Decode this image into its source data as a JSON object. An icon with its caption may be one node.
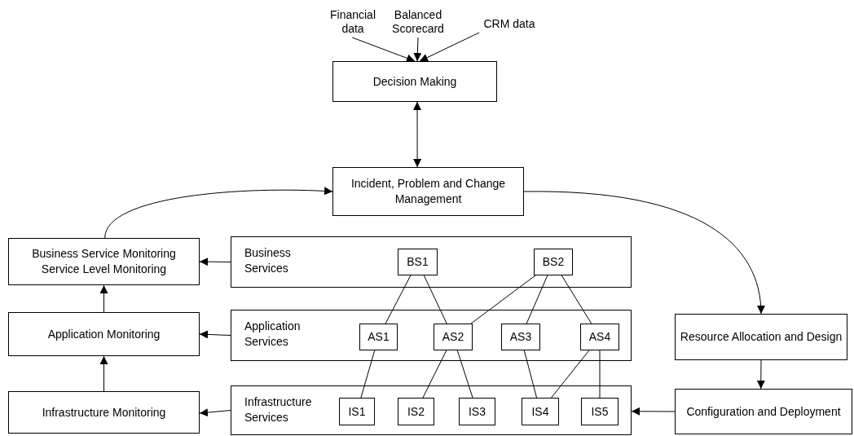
{
  "diagram": {
    "nodes": [
      {
        "text": [
          "Financial data"
        ]
      },
      {
        "text": [
          "Balanced Scorecard"
        ]
      },
      {
        "text": [
          "CRM data"
        ]
      },
      {
        "text": [
          "Decision Making"
        ]
      },
      {
        "text": [
          "Incident, Problem and Change Management"
        ]
      },
      {
        "text": [
          "Business Service Monitoring Service Level Monitoring"
        ]
      },
      {
        "text": [
          "Application Monitoring"
        ]
      },
      {
        "text": [
          "Infrastructure Monitoring"
        ]
      },
      {
        "text": [
          "Business Services"
        ]
      },
      {
        "text": [
          "BS1"
        ],
        "in": 8
      },
      {
        "text": [
          "BS2"
        ],
        "in": 8
      },
      {
        "text": [
          "Application Services"
        ]
      },
      {
        "text": [
          "AS1"
        ],
        "in": 11
      },
      {
        "text": [
          "AS2"
        ],
        "in": 11
      },
      {
        "text": [
          "AS3"
        ],
        "in": 11
      },
      {
        "text": [
          "AS4"
        ],
        "in": 11
      },
      {
        "text": [
          "Infrastructure Services"
        ]
      },
      {
        "text": [
          "IS1"
        ],
        "in": 16
      },
      {
        "text": [
          "IS2"
        ],
        "in": 16
      },
      {
        "text": [
          "IS3"
        ],
        "in": 16
      },
      {
        "text": [
          "IS4"
        ],
        "in": 16
      },
      {
        "text": [
          "IS5"
        ],
        "in": 16
      },
      {
        "text": [
          "Resource Allocation and Design"
        ]
      },
      {
        "text": [
          "Configuration and Deployment"
        ]
      }
    ],
    "edges": [
      {
        "from": 0,
        "to": 3,
        "arrow": "to"
      },
      {
        "from": 1,
        "to": 3,
        "arrow": "to"
      },
      {
        "from": 2,
        "to": 3,
        "arrow": "to"
      },
      {
        "from": 3,
        "to": 4,
        "arrow": "both"
      },
      {
        "from": 5,
        "to": 4,
        "arrow": "to"
      },
      {
        "from": 4,
        "to": 22,
        "arrow": "to"
      },
      {
        "from": 8,
        "to": 5,
        "arrow": "to"
      },
      {
        "from": 11,
        "to": 6,
        "arrow": "to"
      },
      {
        "from": 16,
        "to": 7,
        "arrow": "to"
      },
      {
        "from": 7,
        "to": 6,
        "arrow": "to"
      },
      {
        "from": 6,
        "to": 5,
        "arrow": "to"
      },
      {
        "from": 22,
        "to": 23,
        "arrow": "to"
      },
      {
        "from": 23,
        "to": 16,
        "arrow": "to"
      },
      {
        "from": 9,
        "to": 12,
        "arrow": "none"
      },
      {
        "from": 9,
        "to": 13,
        "arrow": "none"
      },
      {
        "from": 10,
        "to": 13,
        "arrow": "none"
      },
      {
        "from": 10,
        "to": 14,
        "arrow": "none"
      },
      {
        "from": 10,
        "to": 15,
        "arrow": "none"
      },
      {
        "from": 12,
        "to": 17,
        "arrow": "none"
      },
      {
        "from": 13,
        "to": 18,
        "arrow": "none"
      },
      {
        "from": 13,
        "to": 19,
        "arrow": "none"
      },
      {
        "from": 14,
        "to": 20,
        "arrow": "none"
      },
      {
        "from": 15,
        "to": 20,
        "arrow": "none"
      },
      {
        "from": 15,
        "to": 21,
        "arrow": "none"
      }
    ]
  }
}
